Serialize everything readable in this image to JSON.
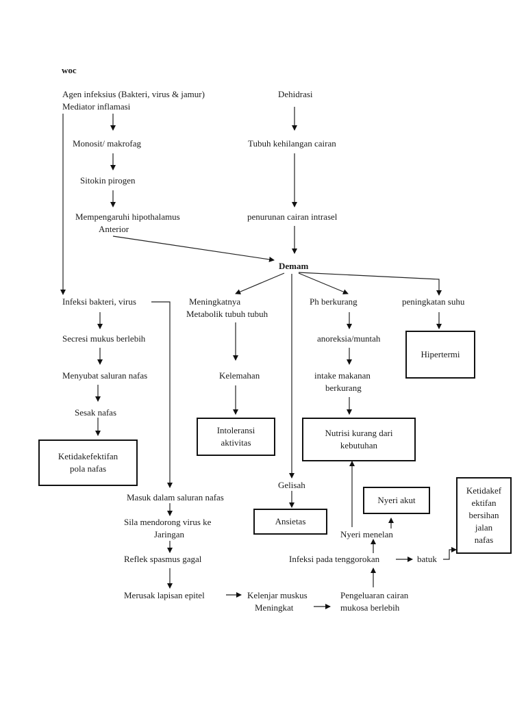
{
  "title": "woc",
  "nodes": {
    "agen": "Agen infeksius (Bakteri, virus &  jamur)",
    "mediator": "Mediator   inflamasi",
    "monosit": "Monosit/ makrofag",
    "sitokin": "Sitokin pirogen",
    "hipothalamus1": "Mempengaruhi hipothalamus",
    "hipothalamus2": "Anterior",
    "dehidrasi": "Dehidrasi",
    "kehilangan": "Tubuh kehilangan cairan",
    "penurunan": "penurunan cairan intrasel",
    "demam": "Demam",
    "infeksi": "Infeksi bakteri, virus",
    "secresi": "Secresi mukus berlebih",
    "menyubat": "Menyubat saluran nafas",
    "sesak": "Sesak nafas",
    "meningkat1": "Meningkatnya",
    "meningkat2": "Metabolik tubuh tubuh",
    "kelemahan": "Kelemahan",
    "ph": "Ph berkurang",
    "anoreksia": "anoreksia/muntah",
    "intake1": "intake makanan",
    "intake2": "berkurang",
    "suhu": "peningkatan suhu",
    "gelisah": "Gelisah",
    "masuk": "Masuk dalam saluran nafas",
    "sila1": "Sila mendorong virus ke",
    "sila2": "Jaringan",
    "reflek": "Reflek spasmus gagal",
    "merusak": "Merusak  lapisan epitel",
    "kelenjar1": "Kelenjar  muskus",
    "kelenjar2": "Meningkat",
    "pengeluaran1": "Pengeluaran cairan",
    "pengeluaran2": "mukosa berlebih",
    "tenggorokan": "Infeksi pada tenggorokan",
    "batuk": "batuk",
    "menelan": "Nyeri menelan"
  },
  "diagnoses": {
    "hipertermi": "Hipertermi",
    "intoleransi": "Intoleransi\naktivitas",
    "nutrisi": "Nutrisi kurang dari\nkebutuhan",
    "pola_nafas": "Ketidakefektifan\npola nafas",
    "ansietas": "Ansietas",
    "nyeri_akut": "Nyeri akut",
    "bersihan": "Ketidakef\nektifan\nbersihan\njalan\nnafas"
  }
}
